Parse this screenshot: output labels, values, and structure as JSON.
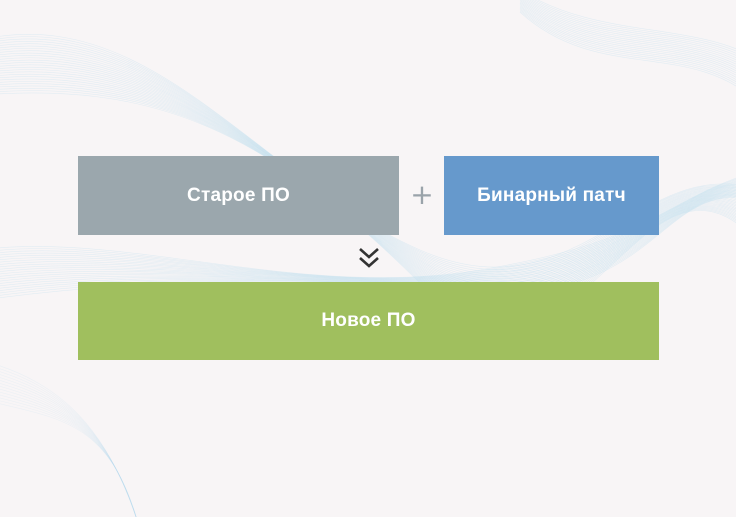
{
  "diagram": {
    "old_software": {
      "label": "Старое ПО",
      "color": "#9ba7ad"
    },
    "operator": {
      "symbol": "+"
    },
    "binary_patch": {
      "label": "Бинарный патч",
      "color": "#6699cc"
    },
    "arrow_icon": "double-chevron-down-icon",
    "new_software": {
      "label": "Новое ПО",
      "color": "#a0bf5e"
    }
  },
  "background": {
    "color": "#f8f5f6",
    "wave_color": "#b7dcef"
  }
}
